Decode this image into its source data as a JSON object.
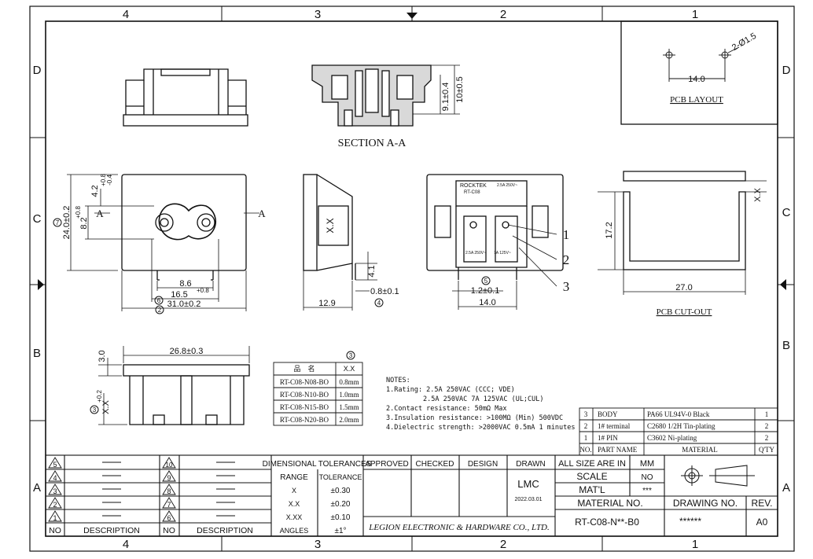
{
  "zones": {
    "columns": [
      "4",
      "3",
      "2",
      "1"
    ],
    "rows": [
      "D",
      "C",
      "B",
      "A"
    ]
  },
  "views": {
    "section_label": "SECTION A-A",
    "section_dims": {
      "d1": "9.1±0.4",
      "d2": "10±0.5"
    },
    "front": {
      "d_24": "24.0±0.2",
      "d_82": "8.2",
      "d_82_tol": "+0.8",
      "d_82_tol2": "-0",
      "d_42": "4.2",
      "d_42_tol": "+0.8",
      "d_42_tol2": "-0.4",
      "d_86": "8.6",
      "d_165": "16.5",
      "d_165_tol": "+0.8",
      "d_165_tol2": "-0",
      "d_310": "31.0±0.2",
      "marker_a": "A",
      "balloon_7": "7",
      "balloon_6": "6",
      "balloon_2": "2"
    },
    "side": {
      "xx": "X.X",
      "d_41": "4.1",
      "d_08": "0.8±0.1",
      "d_129": "12.9",
      "balloon_4": "4"
    },
    "rear": {
      "brand": "ROCKTEK",
      "model": "RT-C08",
      "rating1": "2.5A 250V~",
      "rating2": "2.5A 250V~",
      "rating3": "7A 125V~",
      "callout1": "1",
      "callout2": "2",
      "callout3": "3",
      "d_12": "1.2±0.1",
      "d_140": "14.0",
      "balloon_5": "5"
    },
    "cutout": {
      "d_172": "17.2",
      "d_270": "27.0",
      "xx": "X.X",
      "label": "PCB CUT-OUT"
    },
    "pcb": {
      "hole": "2-Ø1.5",
      "d_140": "14.0",
      "label": "PCB LAYOUT"
    },
    "bottom": {
      "d_268": "26.8±0.3",
      "d_30": "3.0",
      "d_xx": "X.X",
      "d_xx_tol": "+0.2",
      "d_xx_tol2": "-0",
      "balloon_3": "3"
    }
  },
  "variant_table": {
    "balloon": "3",
    "headers": [
      "品　名",
      "X.X"
    ],
    "rows": [
      [
        "RT-C08-N08-BO",
        "0.8mm"
      ],
      [
        "RT-C08-N10-BO",
        "1.0mm"
      ],
      [
        "RT-C08-N15-BO",
        "1.5mm"
      ],
      [
        "RT-C08-N20-BO",
        "2.0mm"
      ]
    ]
  },
  "notes": {
    "title": "NOTES:",
    "lines": [
      "1.Rating: 2.5A 250VAC (CCC; VDE)",
      "2.5A 250VAC   7A 125VAC (UL;CUL)",
      "2.Contact resistance: 50mΩ Max",
      "3.Insulation resistance: >100MΩ (Min) 500VDC",
      "4.Dielectric strength: >2000VAC 0.5mA 1 minutes"
    ]
  },
  "parts_table": {
    "rows": [
      [
        "3",
        "BODY",
        "PA66 UL94V-0  Black",
        "1"
      ],
      [
        "2",
        "1# terminal",
        "C2680 1/2H     Tin-plating",
        "2"
      ],
      [
        "1",
        "1# PIN",
        "C3602           Ni-plating",
        "2"
      ]
    ],
    "header": [
      "NO.",
      "PART NAME",
      "MATERIAL",
      "Q'TY"
    ]
  },
  "title_block": {
    "revisions_left": [
      "5",
      "4",
      "3",
      "2",
      "1"
    ],
    "revisions_right": [
      "10",
      "9",
      "8",
      "7",
      "6"
    ],
    "no_label": "NO",
    "desc_label": "DESCRIPTION",
    "dim_tol_title": "DIMENSIONAL TOLERANCES",
    "range_label": "RANGE",
    "tolerance_label": "TOLERANCE",
    "tol_rows": [
      [
        "X",
        "±0.30"
      ],
      [
        "X.X",
        "±0.20"
      ],
      [
        "X.XX",
        "±0.10"
      ],
      [
        "ANGLES",
        "±1°"
      ]
    ],
    "approved": "APPROVED",
    "checked": "CHECKED",
    "design": "DESIGN",
    "drawn": "DRAWN",
    "drawn_by": "LMC",
    "drawn_date": "2022.03.01",
    "company": "LEGION ELECTRONIC & HARDWARE CO., LTD.",
    "size_label": "ALL SIZE ARE IN",
    "size_value": "MM",
    "scale_label": "SCALE",
    "scale_value": "NO",
    "matl_label": "MAT'L",
    "matl_value": "***",
    "material_no_label": "MATERIAL NO.",
    "material_no": "RT-C08-N**-B0",
    "drawing_no_label": "DRAWING NO.",
    "drawing_no": "******",
    "rev_label": "REV.",
    "rev": "A0"
  }
}
